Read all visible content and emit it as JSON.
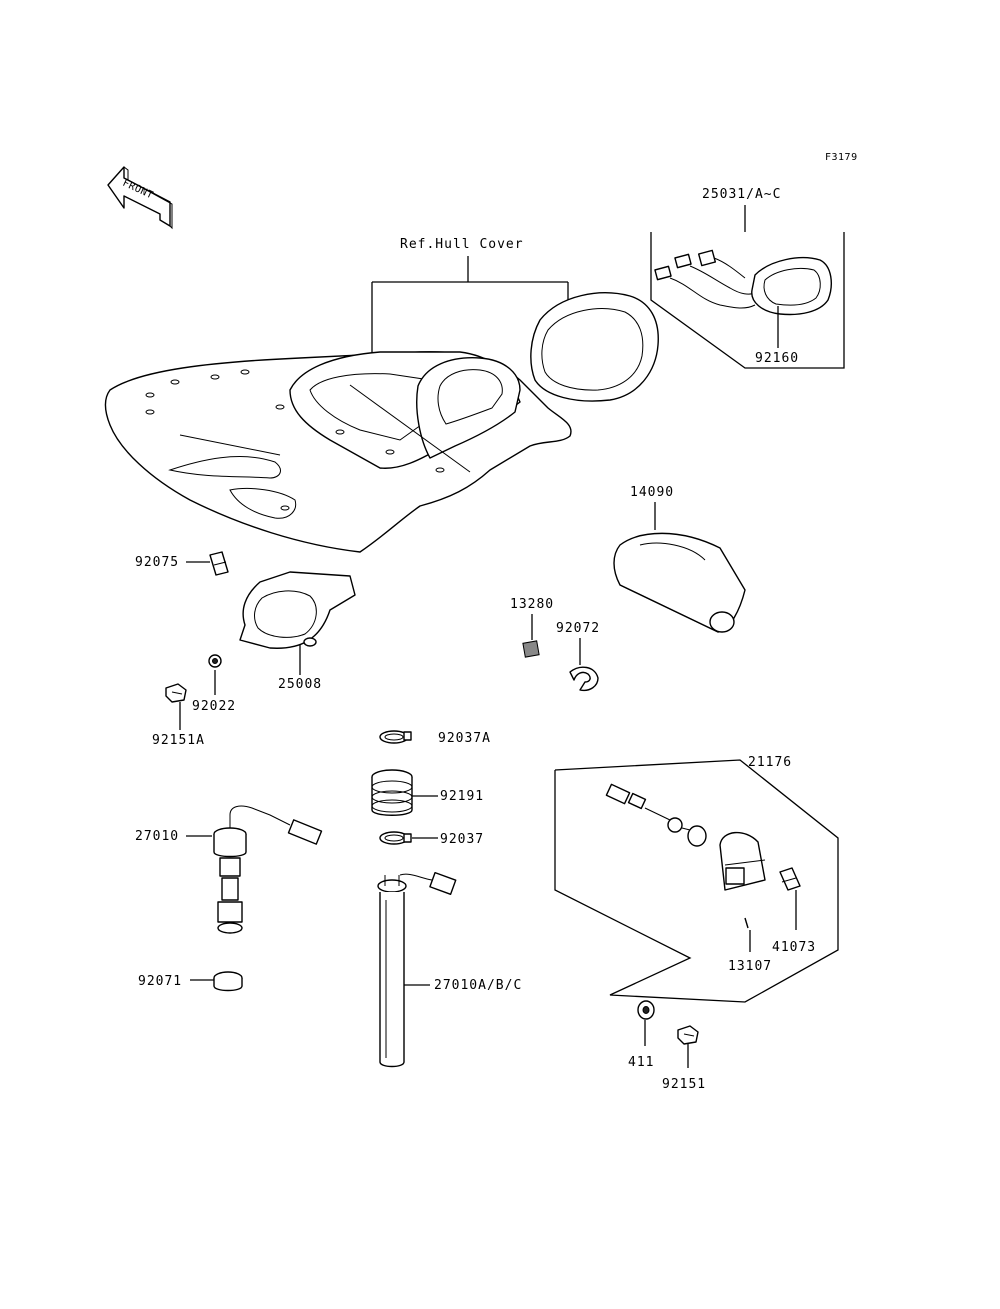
{
  "figure_code": "F3179",
  "front_label": "FRONT",
  "ref_label": "Ref.Hull Cover",
  "parts": {
    "p25031": "25031/A~C",
    "p92160": "92160",
    "p14090": "14090",
    "p92075": "92075",
    "p13280": "13280",
    "p92072": "92072",
    "p25008": "25008",
    "p92022": "92022",
    "p92151A": "92151A",
    "p92037A": "92037A",
    "p21176": "21176",
    "p92191": "92191",
    "p27010": "27010",
    "p92037": "92037",
    "p41073": "41073",
    "p13107": "13107",
    "p92071": "92071",
    "p27010ABC": "27010A/B/C",
    "p411": "411",
    "p92151": "92151"
  }
}
